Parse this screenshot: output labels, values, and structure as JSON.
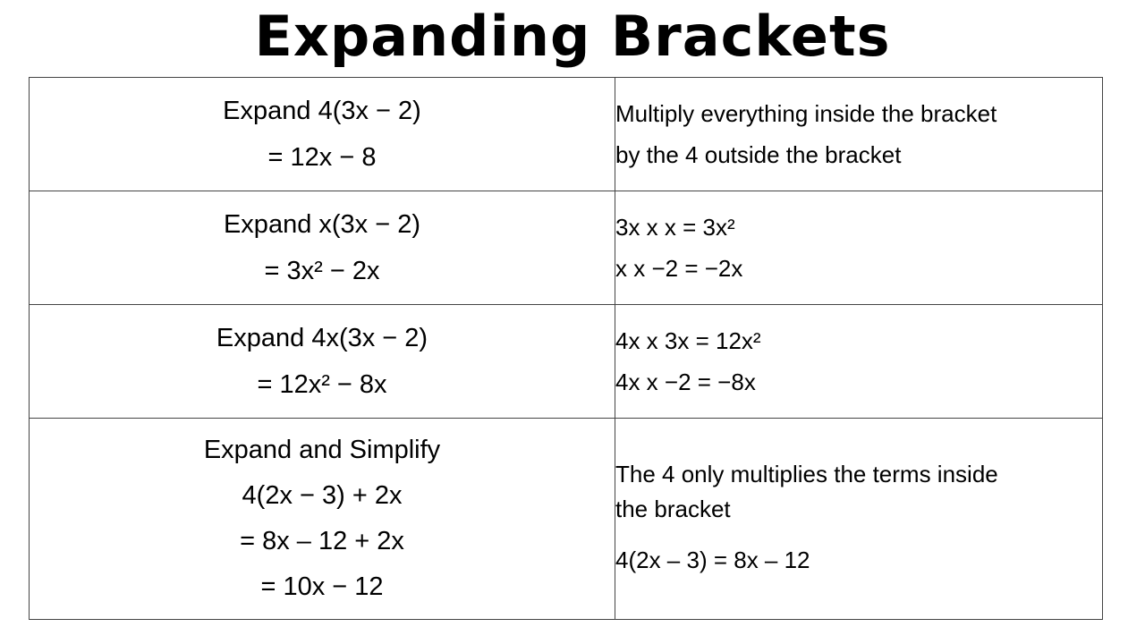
{
  "title": "Expanding Brackets",
  "rows": [
    {
      "left": [
        "Expand 4(3x − 2)",
        "= 12x − 8"
      ],
      "right": [
        "Multiply everything inside the bracket",
        "by the 4 outside the bracket"
      ]
    },
    {
      "left": [
        "Expand x(3x − 2)",
        "= 3x² − 2x"
      ],
      "right": [
        "3x x x = 3x²",
        "x x −2 = −2x"
      ]
    },
    {
      "left": [
        "Expand 4x(3x − 2)",
        "= 12x² − 8x"
      ],
      "right": [
        "4x x 3x = 12x²",
        "4x x −2 = −8x"
      ]
    },
    {
      "left": [
        "Expand and Simplify",
        "4(2x − 3) + 2x",
        "= 8x – 12 + 2x",
        "= 10x − 12"
      ],
      "right": [
        "The 4 only multiplies the terms inside",
        "the bracket",
        "4(2x – 3) = 8x – 12"
      ]
    }
  ]
}
